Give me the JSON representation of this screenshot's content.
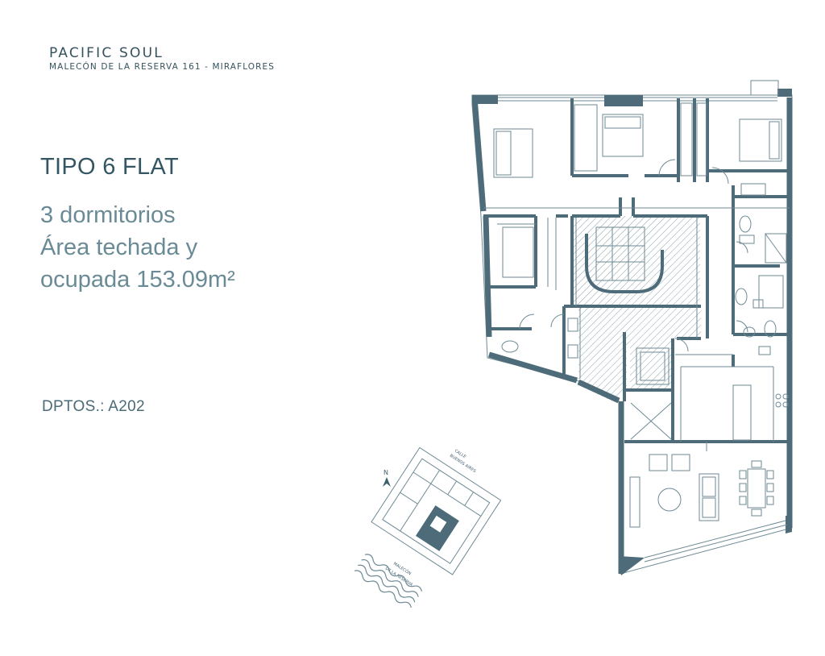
{
  "header": {
    "brand_name": "PACIFIC SOUL",
    "address": "MALECÓN DE LA RESERVA 161 - MIRAFLORES"
  },
  "unit": {
    "type_title": "TIPO 6 FLAT",
    "bedrooms": "3 dormitorios",
    "area_line1": "Área techada y",
    "area_line2": "ocupada 153.09m²",
    "units_label": "DPTOS.: A202"
  },
  "site_plan": {
    "north_label": "N",
    "street_top": [
      "CALLE",
      "BUENOS AIRES"
    ],
    "street_bottom": [
      "MALECÓN",
      "DE LA RESERVA"
    ]
  },
  "colors": {
    "wall": "#4d6b78",
    "line": "#6e8a95",
    "hatch": "#8aa2ab",
    "text_dark": "#345663",
    "text_light": "#6a8b96"
  }
}
